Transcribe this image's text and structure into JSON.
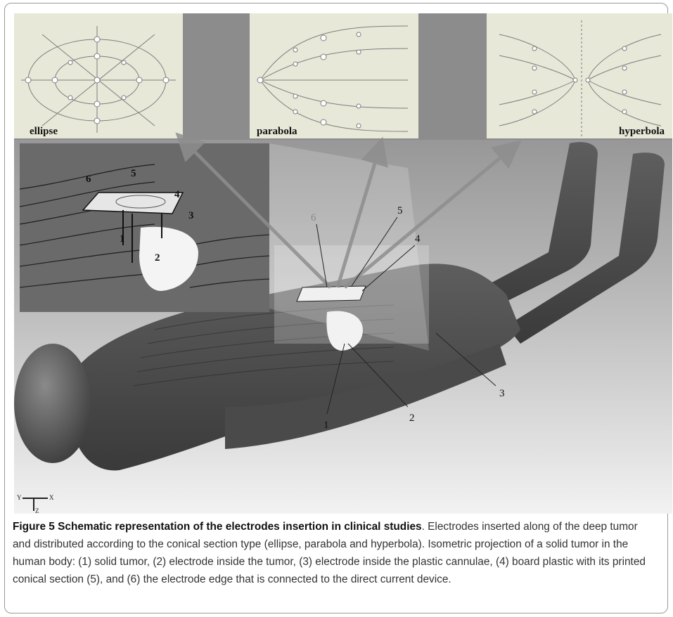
{
  "figure": {
    "panels": {
      "ellipse": "ellipse",
      "parabola": "parabola",
      "hyperbola": "hyperbola"
    },
    "labels": {
      "l1": "1",
      "l2": "2",
      "l3": "3",
      "l4": "4",
      "l5": "5",
      "l6": "6"
    },
    "axes": {
      "x": "X",
      "y": "Y",
      "z": "Z"
    }
  },
  "caption": {
    "title": "Figure 5 Schematic representation of the electrodes insertion in clinical studies",
    "body": ". Electrodes inserted along of the deep tumor and distributed according to the conical section type (ellipse, parabola and hyperbola). Isometric projection of a solid tumor in the human body: (1) solid tumor, (2) electrode inside the tumor, (3) electrode inside the plastic cannulae, (4) board plastic with its printed conical section (5), and (6) the electrode edge that is connected to the direct current device."
  }
}
